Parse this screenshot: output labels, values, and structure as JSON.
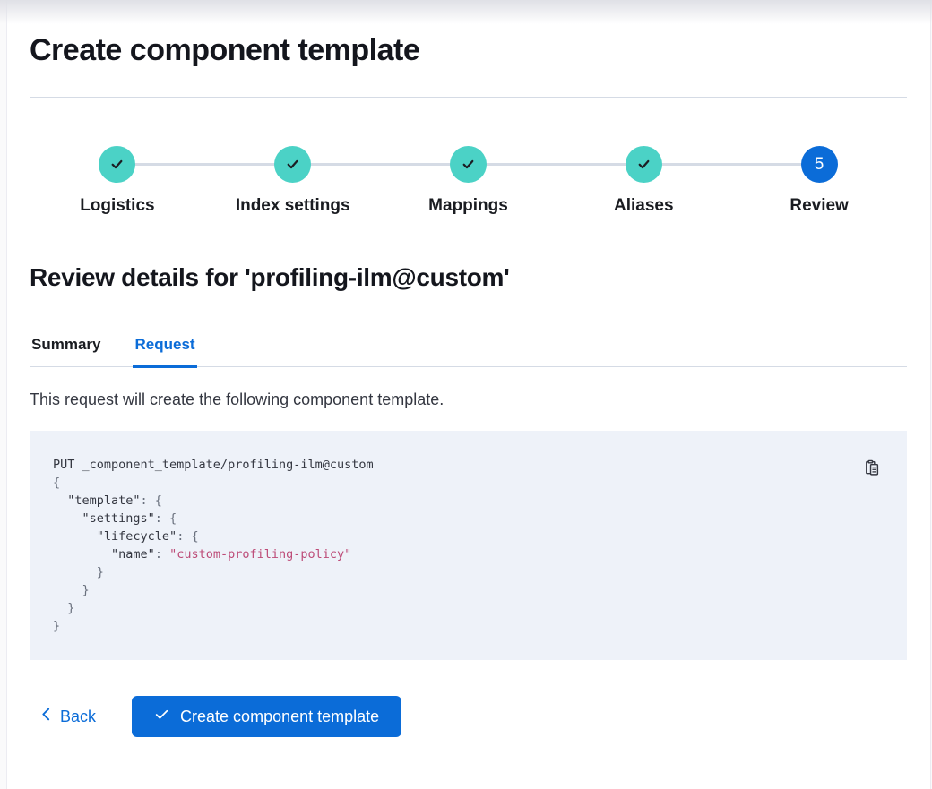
{
  "page": {
    "title": "Create component template"
  },
  "stepper": {
    "steps": [
      {
        "label": "Logistics",
        "status": "complete"
      },
      {
        "label": "Index settings",
        "status": "complete"
      },
      {
        "label": "Mappings",
        "status": "complete"
      },
      {
        "label": "Aliases",
        "status": "complete"
      },
      {
        "label": "Review",
        "status": "current",
        "number": "5"
      }
    ]
  },
  "review": {
    "heading": "Review details for 'profiling-ilm@custom'",
    "tabs": [
      {
        "label": "Summary",
        "active": false
      },
      {
        "label": "Request",
        "active": true
      }
    ],
    "description": "This request will create the following component template."
  },
  "code": {
    "lines": [
      [
        {
          "t": "PUT _component_template/profiling-ilm@custom",
          "c": "plain"
        }
      ],
      [
        {
          "t": "{",
          "c": "punct"
        }
      ],
      [
        {
          "t": "  ",
          "c": "plain"
        },
        {
          "t": "\"template\"",
          "c": "key"
        },
        {
          "t": ": {",
          "c": "punct"
        }
      ],
      [
        {
          "t": "    ",
          "c": "plain"
        },
        {
          "t": "\"settings\"",
          "c": "key"
        },
        {
          "t": ": {",
          "c": "punct"
        }
      ],
      [
        {
          "t": "      ",
          "c": "plain"
        },
        {
          "t": "\"lifecycle\"",
          "c": "key"
        },
        {
          "t": ": {",
          "c": "punct"
        }
      ],
      [
        {
          "t": "        ",
          "c": "plain"
        },
        {
          "t": "\"name\"",
          "c": "key"
        },
        {
          "t": ": ",
          "c": "punct"
        },
        {
          "t": "\"custom-profiling-policy\"",
          "c": "string"
        }
      ],
      [
        {
          "t": "      }",
          "c": "punct"
        }
      ],
      [
        {
          "t": "    }",
          "c": "punct"
        }
      ],
      [
        {
          "t": "  }",
          "c": "punct"
        }
      ],
      [
        {
          "t": "}",
          "c": "punct"
        }
      ]
    ]
  },
  "footer": {
    "back_label": "Back",
    "create_label": "Create component template"
  },
  "icons": {
    "step_complete": "check-icon",
    "copy": "copy-clipboard-icon",
    "back": "chevron-left-icon",
    "create": "check-icon"
  },
  "colors": {
    "accent_teal": "#4BD2C6",
    "primary_blue": "#0B6CD8",
    "divider": "#D5DBE5",
    "code_bg": "#EEF2F9",
    "code_string": "#BD4C78"
  }
}
